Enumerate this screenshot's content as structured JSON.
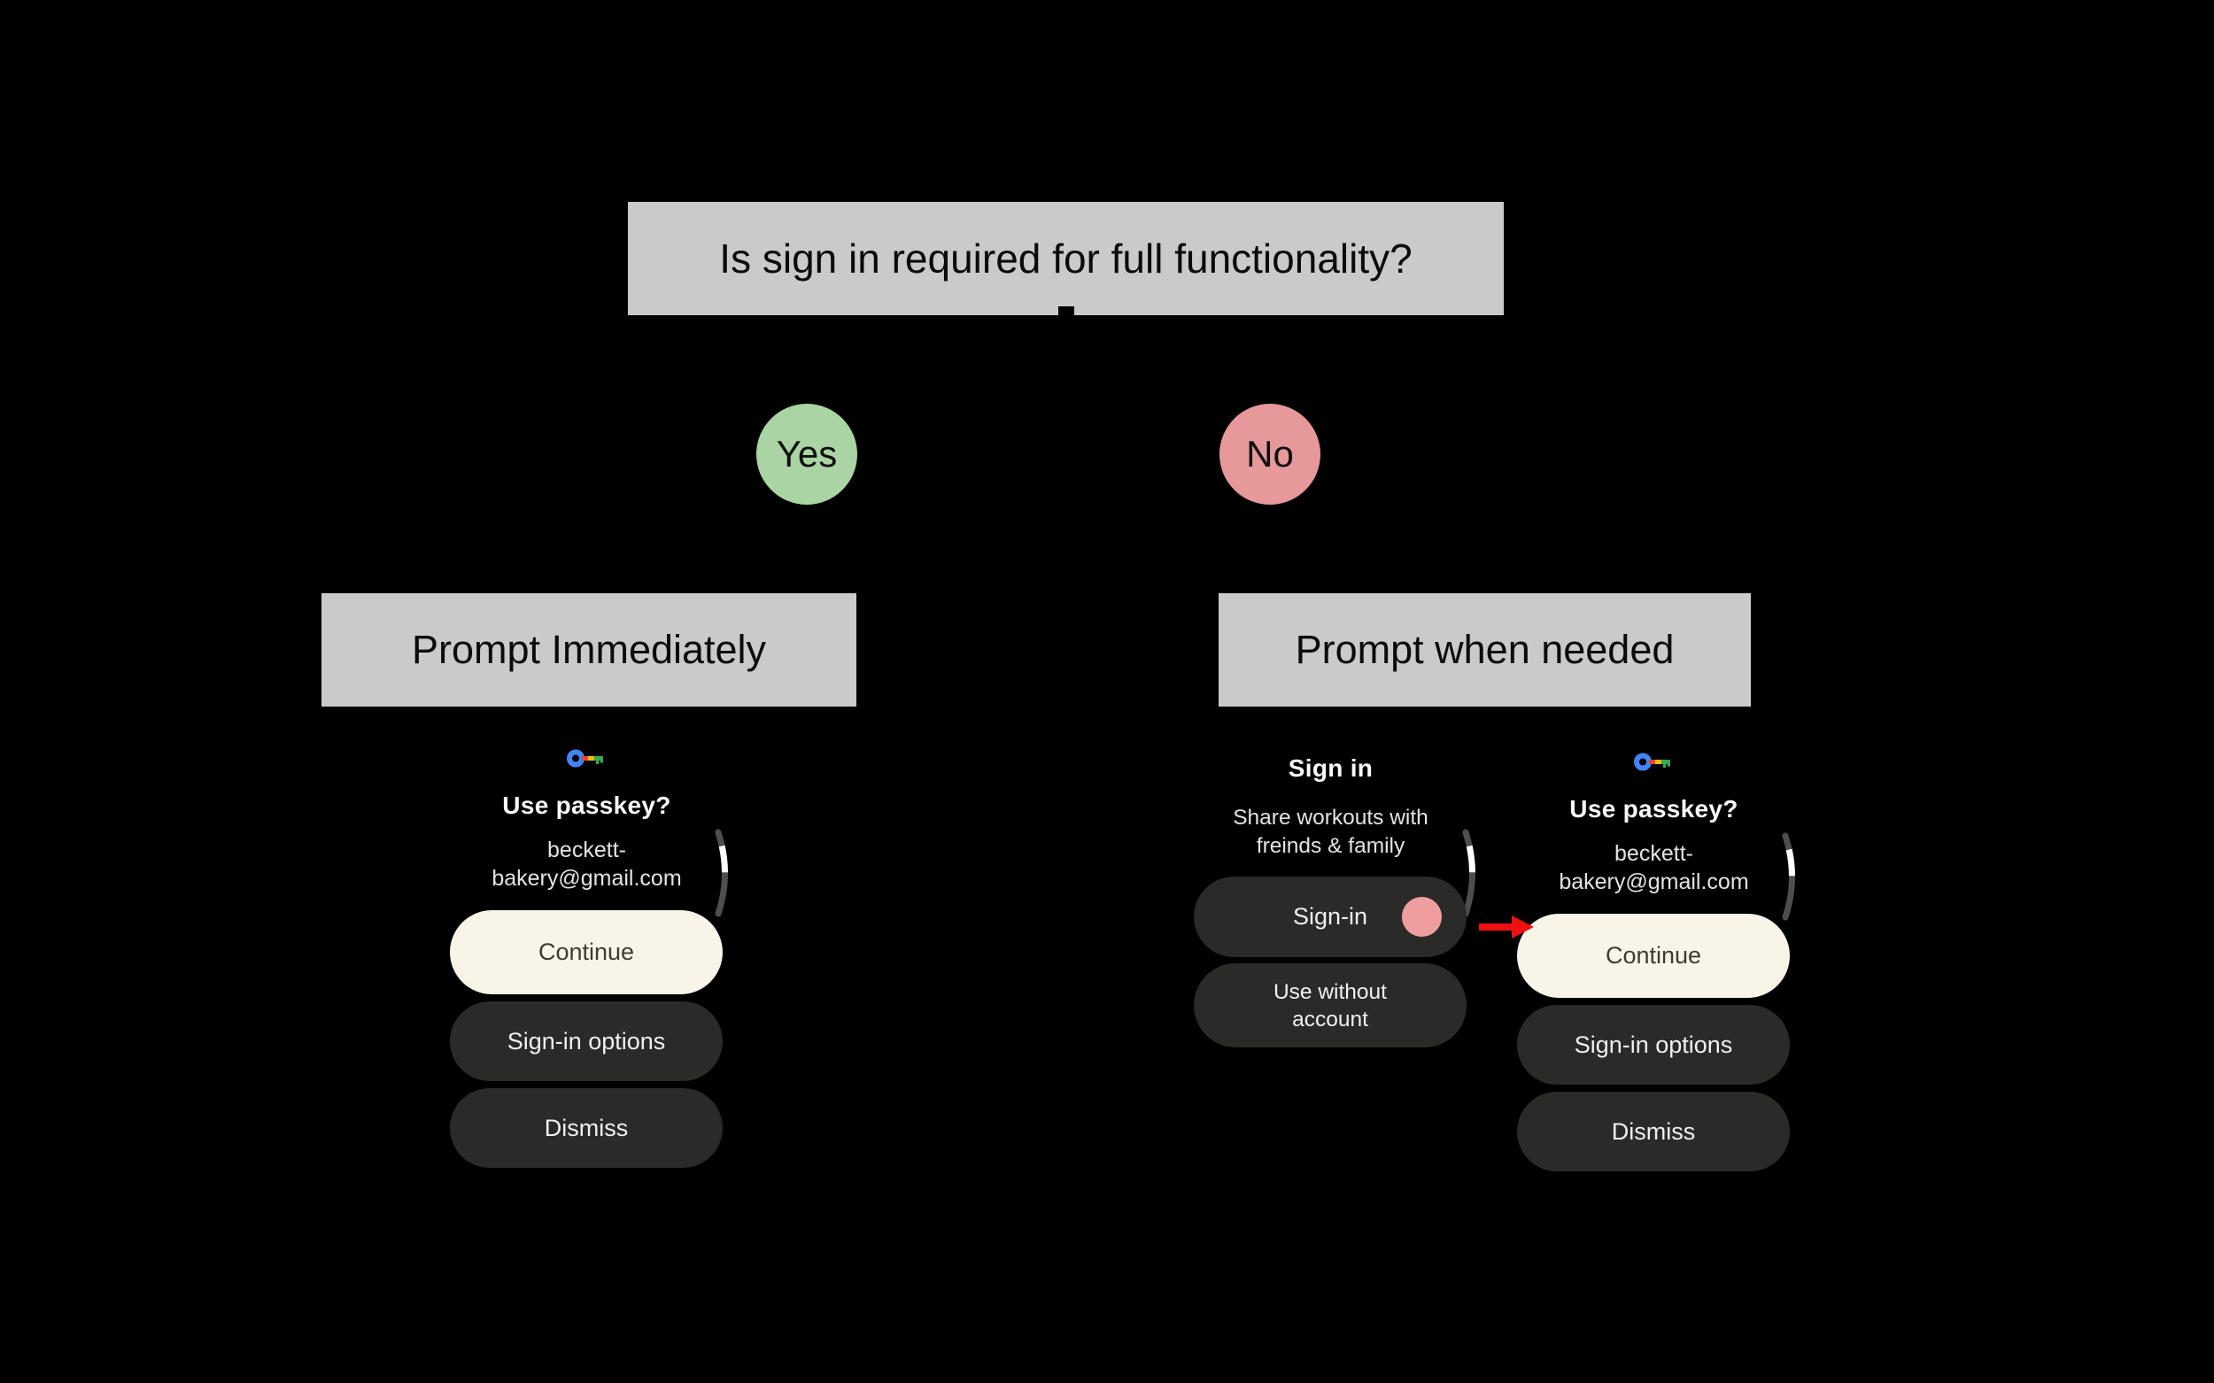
{
  "decision": {
    "question": "Is sign in required for full functionality?",
    "branches": [
      {
        "label": "Yes",
        "color": "#abd4a4",
        "outcome": "Prompt Immediately"
      },
      {
        "label": "No",
        "color": "#e6989b",
        "outcome": "Prompt when needed"
      }
    ]
  },
  "passkey_screen": {
    "icon": "passkey-icon",
    "title": "Use passkey?",
    "account_line1": "beckett-",
    "account_line2": "bakery@gmail.com",
    "continue_label": "Continue",
    "signin_options_label": "Sign-in options",
    "dismiss_label": "Dismiss"
  },
  "signin_screen": {
    "title": "Sign in",
    "subtitle_line1": "Share workouts with",
    "subtitle_line2": "freinds & family",
    "signin_label": "Sign-in",
    "use_without_line1": "Use without",
    "use_without_line2": "account"
  },
  "colors": {
    "background": "#000000",
    "flow_box_bg": "#cacaca",
    "yes_node": "#abd4a4",
    "no_node": "#e6989b",
    "continue_button_bg": "#f8f4e7",
    "continue_button_text": "#3e3b32",
    "dark_button_bg": "#2a2a28",
    "dark_button_text": "#f2f0ec",
    "tap_indicator_dot": "#ef9e9e",
    "flow_arrow": "#ee1010",
    "scroll_track": "#4e4e4e",
    "scroll_thumb": "#ffffff",
    "passkey_blue": "#4285f4",
    "passkey_red": "#ea4335",
    "passkey_yellow": "#fbbc04",
    "passkey_green": "#34a853"
  }
}
